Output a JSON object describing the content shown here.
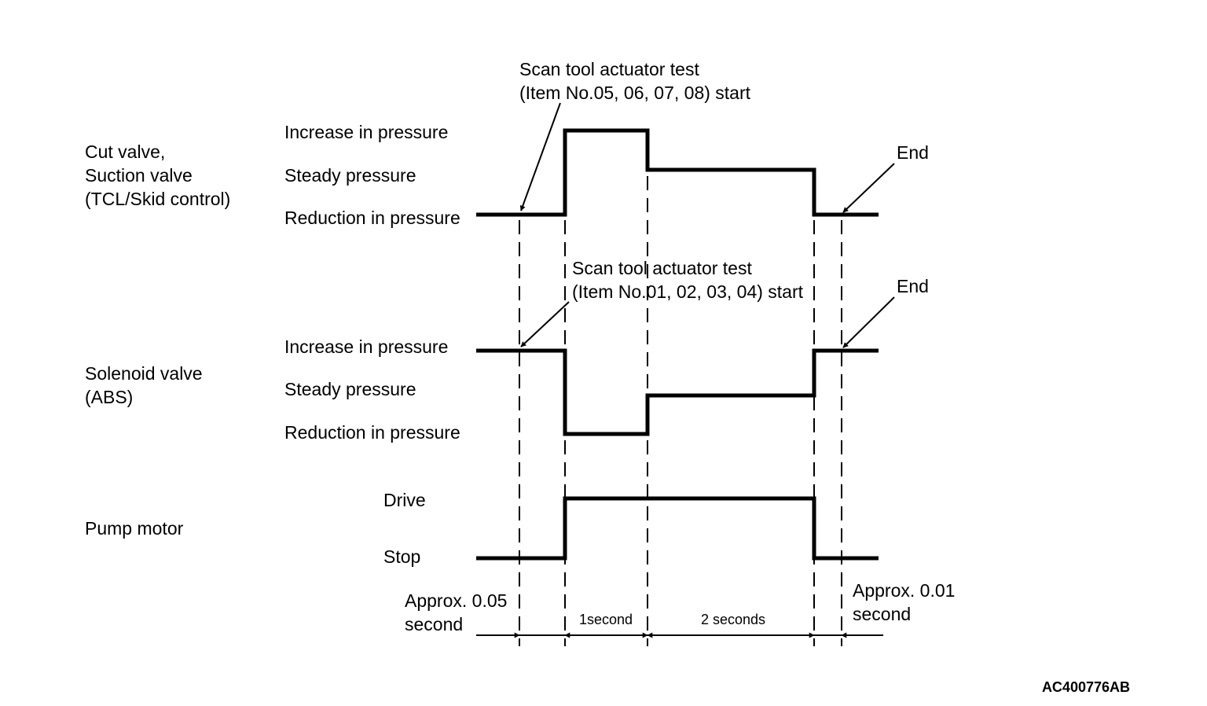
{
  "rows": {
    "cut_valve": {
      "label": [
        "Cut valve,",
        "Suction valve",
        "(TCL/Skid control)"
      ],
      "levels": [
        "Increase in pressure",
        "Steady pressure",
        "Reduction in pressure"
      ]
    },
    "solenoid_valve": {
      "label": [
        "Solenoid valve",
        "(ABS)"
      ],
      "levels": [
        "Increase in pressure",
        "Steady pressure",
        "Reduction in pressure"
      ]
    },
    "pump_motor": {
      "label": [
        "Pump motor"
      ],
      "levels": [
        "Drive",
        "Stop"
      ]
    }
  },
  "annotations": {
    "start_top": [
      "Scan tool actuator test",
      "(Item No.05, 06, 07, 08) start"
    ],
    "start_mid": [
      "Scan tool actuator test",
      "(Item No.01, 02, 03, 04) start"
    ],
    "end_top": "End",
    "end_mid": "End"
  },
  "timing": {
    "approx_start": [
      "Approx. 0.05",
      "second"
    ],
    "one_second": "1second",
    "two_seconds": "2 seconds",
    "approx_end": [
      "Approx. 0.01",
      "second"
    ]
  },
  "figure_code": "AC400776AB",
  "colors": {
    "ink": "#000000",
    "background": "#ffffff"
  }
}
